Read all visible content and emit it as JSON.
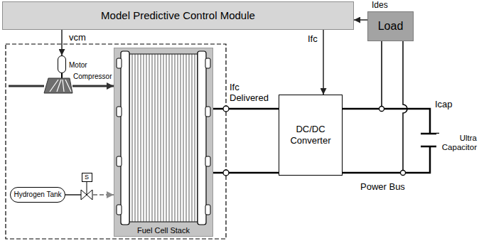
{
  "diagram": {
    "nodes": [
      {
        "text": [
          "Model Predictive Control Module"
        ]
      },
      {
        "text": [
          "Load"
        ]
      },
      {
        "text": [
          "Motor"
        ]
      },
      {
        "text": [
          "Fuel Cell Stack"
        ]
      },
      {
        "text": [
          "Hydrogen Tank"
        ]
      },
      {
        "text": [
          "S"
        ]
      },
      {
        "text": [
          "DC/DC Converter"
        ]
      }
    ],
    "edges": [
      {
        "from": 1,
        "to": 0,
        "arrow": "to",
        "label": "Ides"
      },
      {
        "from": 0,
        "to": 2,
        "arrow": "to",
        "label": "vcm"
      },
      {
        "from": 0,
        "to": 6,
        "arrow": "to",
        "label": "Ifc"
      },
      {
        "from": 4,
        "to": 3,
        "arrow": "to"
      },
      {
        "from": 3,
        "to": 6,
        "arrow": "none"
      },
      {
        "from": 3,
        "to": 6,
        "arrow": "none"
      }
    ],
    "labels": [
      "Compressor",
      "Ifc Delivered",
      "Icap",
      "Ultra Capacitor",
      "Power Bus"
    ]
  }
}
